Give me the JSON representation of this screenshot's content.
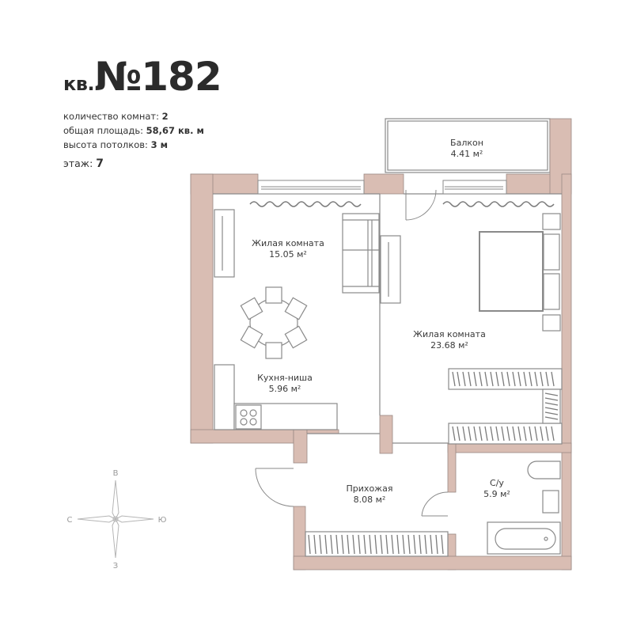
{
  "apartment": {
    "prefix": "кв.",
    "number": "№182"
  },
  "info": {
    "rooms_label": "количество комнат:",
    "rooms_value": "2",
    "area_label": "общая площадь:",
    "area_value": "58,67 кв. м",
    "ceiling_label": "высота потолков:",
    "ceiling_value": "3 м",
    "floor_label": "этаж:",
    "floor_value": "7"
  },
  "rooms": [
    {
      "name": "Балкон",
      "area": "4.41 м²"
    },
    {
      "name": "Жилая комната",
      "area": "15.05 м²"
    },
    {
      "name": "Жилая комната",
      "area": "23.68 м²"
    },
    {
      "name": "Кухня-ниша",
      "area": "5.96 м²"
    },
    {
      "name": "Прихожая",
      "area": "8.08 м²"
    },
    {
      "name": "С/у",
      "area": "5.9 м²"
    }
  ],
  "compass": {
    "north": "В",
    "south": "З",
    "west": "С",
    "east": "Ю"
  },
  "colors": {
    "wall": "#d9bdb3",
    "line": "#8a8a8a",
    "text": "#2b2b2b"
  }
}
